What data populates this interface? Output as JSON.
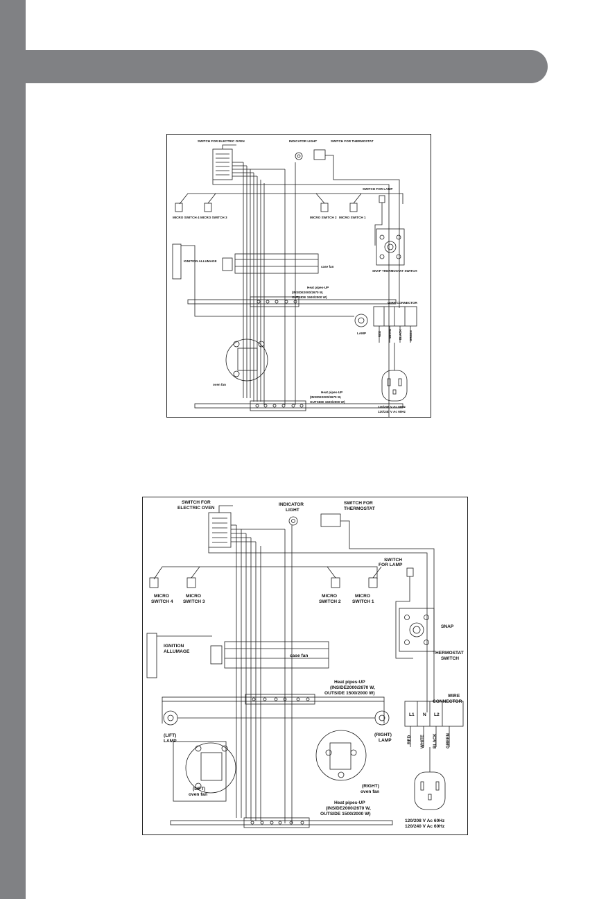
{
  "theme": {
    "sidebar_color": "#808184",
    "line_color": "#1a1a1a"
  },
  "diagram1": {
    "switch_oven": "SWITCH FOR ELECTRIC OVEN",
    "indicator": "INDICATOR LIGHT",
    "switch_thermo": "SWITCH FOR THERMOSTAT",
    "switch_lamp": "SWITCH FOR LAMP",
    "micro4": "MICRO SWITCH 4",
    "micro3": "MICRO SWITCH 3",
    "micro2": "MICRO SWITCH 2",
    "micro1": "MICRO SWITCH 1",
    "snap": "SNAP THERMOSTAT SWITCH",
    "ignition": "IGNITION ALLUMAGE",
    "case_fan": "case fan",
    "heat_top_1": "Heat pipes-UP",
    "heat_top_2": "(INSIDE2000/2670 W,",
    "heat_top_3": "OUTSIDE 1500/2000 W)",
    "wire_conn": "WIRE CONNECTOR",
    "lamp": "LAMP",
    "oven_fan": "oven fan",
    "heat_bot_1": "Heat pipes-UP",
    "heat_bot_2": "(INSIDE2000/2670 W,",
    "heat_bot_3": "OUTSIDE 1500/2000 W)",
    "wires": [
      "RED",
      "WHITE",
      "BLACK",
      "GREEN"
    ],
    "volt1": "120/208 V Ac 60Hz",
    "volt2": "120/240 V Ac 60Hz"
  },
  "diagram2": {
    "switch_oven_1": "SWITCH FOR",
    "switch_oven_2": "ELECTRIC OVEN",
    "indicator_1": "INDICATOR",
    "indicator_2": "LIGHT",
    "switch_thermo_1": "SWITCH FOR",
    "switch_thermo_2": "THERMOSTAT",
    "switch_lamp_1": "SWITCH",
    "switch_lamp_2": "FOR LAMP",
    "micro4_1": "MICRO",
    "micro4_2": "SWITCH 4",
    "micro3_1": "MICRO",
    "micro3_2": "SWITCH 3",
    "micro2_1": "MICRO",
    "micro2_2": "SWITCH 2",
    "micro1_1": "MICRO",
    "micro1_2": "SWITCH 1",
    "snap_1": "SNAP",
    "snap_2": "THERMOSTAT",
    "snap_3": "SWITCH",
    "ignition_1": "IGNITION",
    "ignition_2": "ALLUMAGE",
    "case_fan": "case fan",
    "heat_top_1": "Heat pipes-UP",
    "heat_top_2": "(INSIDE2000/2670 W,",
    "heat_top_3": "OUTSIDE 1500/2000 W)",
    "wire_conn_1": "WIRE",
    "wire_conn_2": "CONNECTOR",
    "terminals": [
      "L1",
      "N",
      "L2"
    ],
    "lift_lamp_1": "(LIFT)",
    "lift_lamp_2": "LAMP",
    "right_lamp_1": "(RIGHT)",
    "right_lamp_2": "LAMP",
    "lift_fan_1": "(LIFT)",
    "lift_fan_2": "oven fan",
    "right_fan_1": "(RIGHT)",
    "right_fan_2": "oven fan",
    "heat_bot_1": "Heat pipes-UP",
    "heat_bot_2": "(INSIDE2000/2670 W,",
    "heat_bot_3": "OUTSIDE 1500/2000 W)",
    "wires": [
      "RED",
      "WHITE",
      "BLACK",
      "GREEN"
    ],
    "volt1": "120/208 V Ac 60Hz",
    "volt2": "120/240 V Ac 60Hz"
  }
}
